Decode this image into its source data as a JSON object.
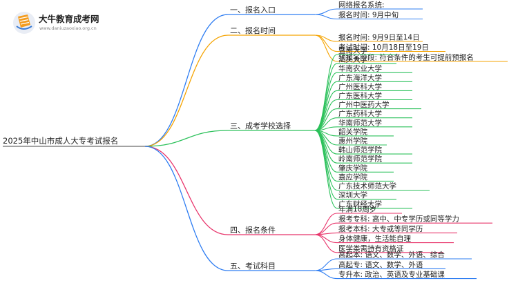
{
  "logo": {
    "title": "大牛教育成考网",
    "url": "www.daniuzaoxiao.org.cn"
  },
  "root": "2025年中山市成人大专考试报名",
  "branches": [
    {
      "label": "一、报名入口",
      "color": "#2e7df2",
      "children": [
        "网络报名系统:",
        "报名时间: 9月中旬"
      ]
    },
    {
      "label": "二、报名时间",
      "color": "#f5a300",
      "children": [
        "报名时间: 9月9日至14日",
        "考试时间: 10月18日至19日",
        "预报名阶段: 符合条件的考生可提前预报名"
      ]
    },
    {
      "label": "三、成考学校选择",
      "color": "#2cc15b",
      "children": [
        "暨南大学",
        "汕头大学",
        "华南农业大学",
        "广东海洋大学",
        "广州医科大学",
        "广东医科大学",
        "广州中医药大学",
        "广东药科大学",
        "华南师范大学",
        "韶关学院",
        "惠州学院",
        "韩山师范学院",
        "岭南师范学院",
        "肇庆学院",
        "嘉应学院",
        "广东技术师范大学",
        "深圳大学",
        "广东财经大学"
      ]
    },
    {
      "label": "四、报名条件",
      "color": "#e8336a",
      "children": [
        "年满18周岁",
        "报考专科: 高中、中专学历或同等学力",
        "报考本科: 大专或等同学历",
        "身体健康，生活能自理",
        "医学类需持有资格证"
      ]
    },
    {
      "label": "五、考试科目",
      "color": "#2e7df2",
      "children": [
        "高起本: 语文、数学、外语、综合",
        "高起专: 语文、数学、外语",
        "专升本: 政治、英语及专业基础课"
      ]
    }
  ]
}
